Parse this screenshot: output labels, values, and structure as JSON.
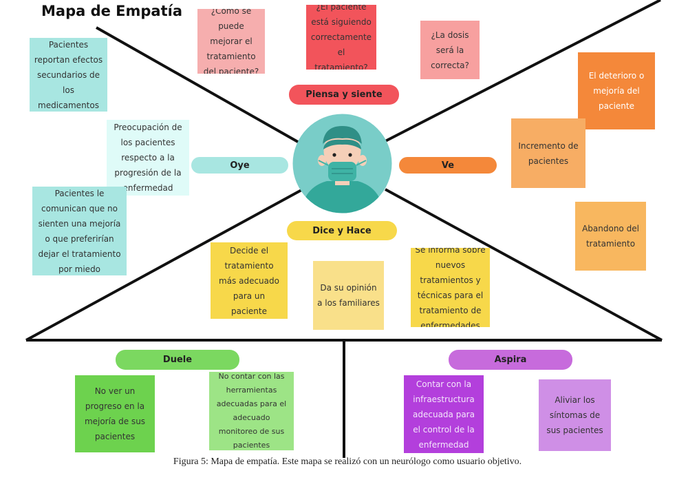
{
  "title": "Mapa de Empatía",
  "sections": {
    "piensa": "Piensa y siente",
    "oye": "Oye",
    "ve": "Ve",
    "dice": "Dice y Hace",
    "duele": "Duele",
    "aspira": "Aspira"
  },
  "colors": {
    "piensa": "#f2545b",
    "oye": "#a8e6e1",
    "ve": "#f4883a",
    "dice": "#f7d84a",
    "duele": "#7bd860",
    "aspira": "#c76bdc"
  },
  "notes": {
    "piensa_1": "¿Cómo se puede mejorar el tratamiento del paciente?",
    "piensa_2": "¿El paciente está siguiendo correctamente el tratamiento?",
    "piensa_3": "¿La dosis será la correcta?",
    "oye_1": "Pacientes reportan efectos secundarios de los medicamentos",
    "oye_2": "Preocupación de los pacientes respecto a la progresión de la enfermedad",
    "oye_3": "Pacientes le comunican que no sienten una mejoría o que preferirían dejar el tratamiento por miedo",
    "ve_1": "El deterioro o mejoría del paciente",
    "ve_2": "Incremento de pacientes",
    "ve_3": "Abandono del tratamiento",
    "dice_1": "Decide el tratamiento más adecuado para un paciente",
    "dice_2": "Da su opinión a los familiares",
    "dice_3": "Se informa sobre nuevos tratamientos y técnicas para el tratamiento de enfermedades",
    "duele_1": "No ver un progreso en la mejoría de sus pacientes",
    "duele_2": "No contar con las herramientas adecuadas para el adecuado monitoreo de sus pacientes",
    "aspira_1": "Contar con la infraestructura adecuada para el control de la enfermedad",
    "aspira_2": "Aliviar los síntomas de sus pacientes"
  },
  "caption": "Figura 5: Mapa de empatía. Este mapa se realizó con un neurólogo como usuario objetivo."
}
